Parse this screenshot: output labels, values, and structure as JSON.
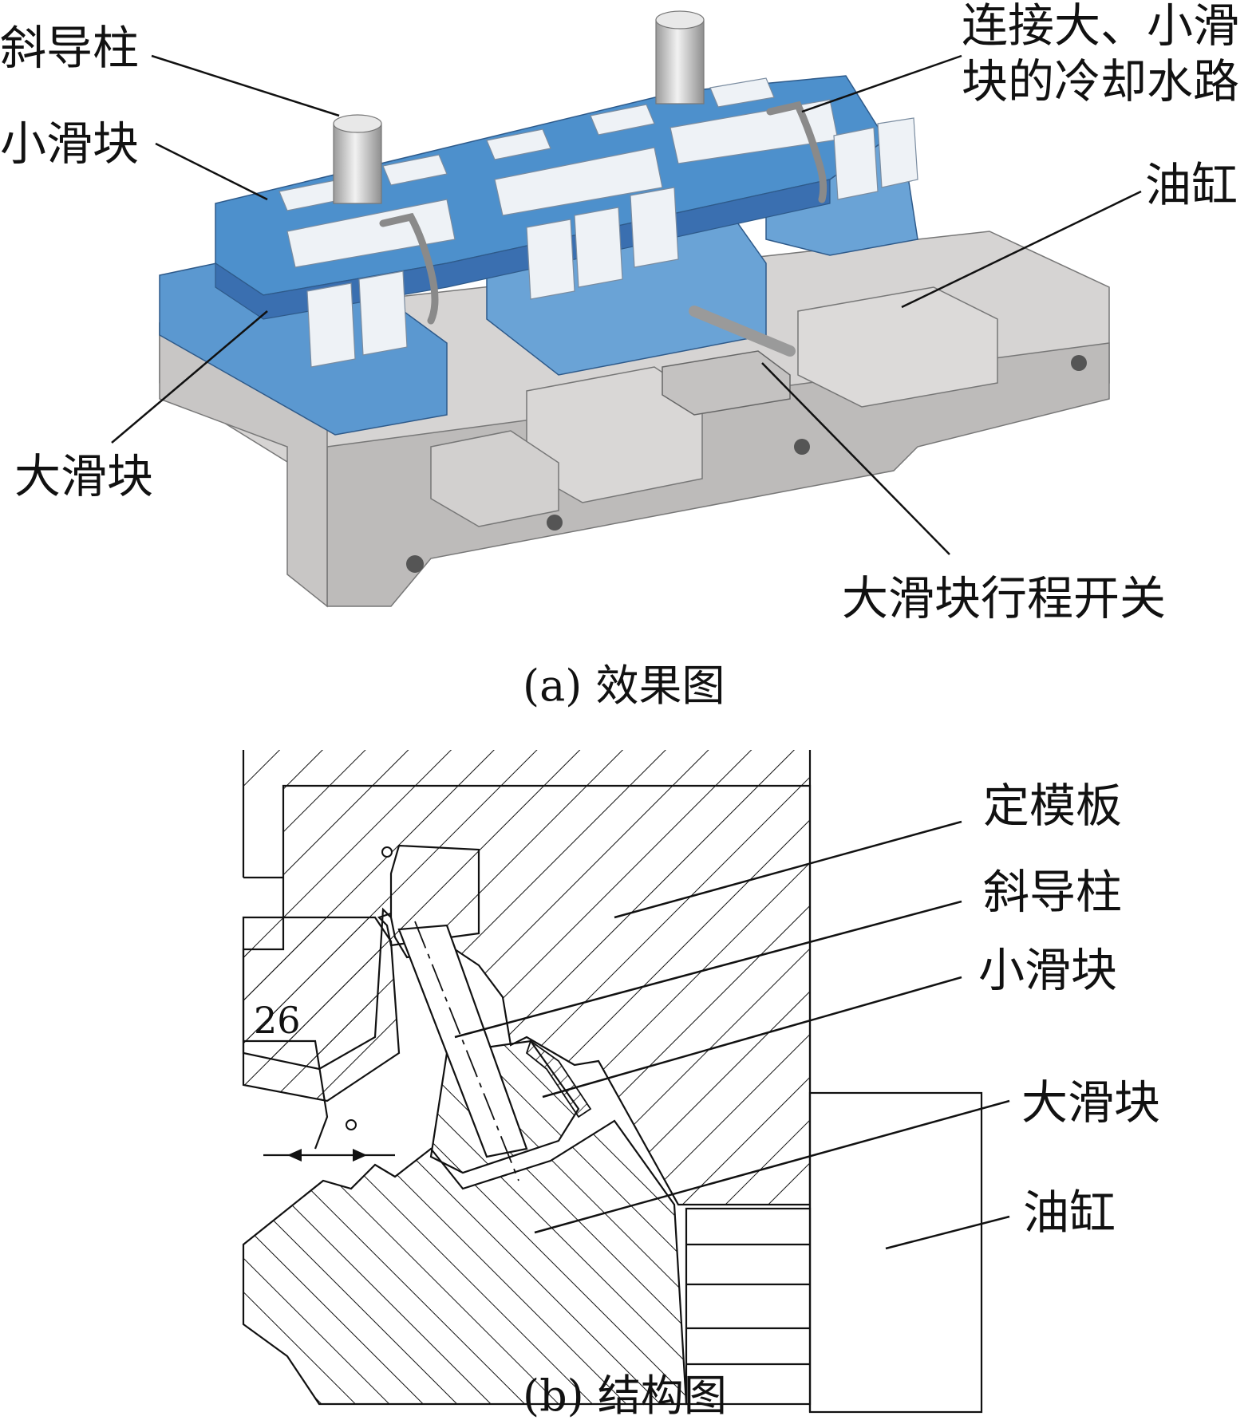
{
  "figure_a": {
    "caption": "(a) 效果图",
    "labels": {
      "angle_pin": "斜导柱",
      "small_slider": "小滑块",
      "cooling_line_1": "连接大、小滑",
      "cooling_line_2": "块的冷却水路",
      "oil_cylinder": "油缸",
      "large_slider": "大滑块",
      "travel_switch": "大滑块行程开关"
    }
  },
  "figure_b": {
    "caption": "(b) 结构图",
    "dimension": "26",
    "labels": {
      "fixed_plate": "定模板",
      "angle_pin": "斜导柱",
      "small_slider": "小滑块",
      "large_slider": "大滑块",
      "oil_cylinder": "油缸"
    }
  },
  "colors": {
    "steel_grey": "#cfcdcc",
    "steel_dark": "#a9a7a6",
    "slider_blue": "#4d90cc",
    "slider_blue_light": "#8ab8e0",
    "slider_blue_dark": "#3a6fb0",
    "pin_grey": "#c9c9c9",
    "line": "#111111"
  }
}
